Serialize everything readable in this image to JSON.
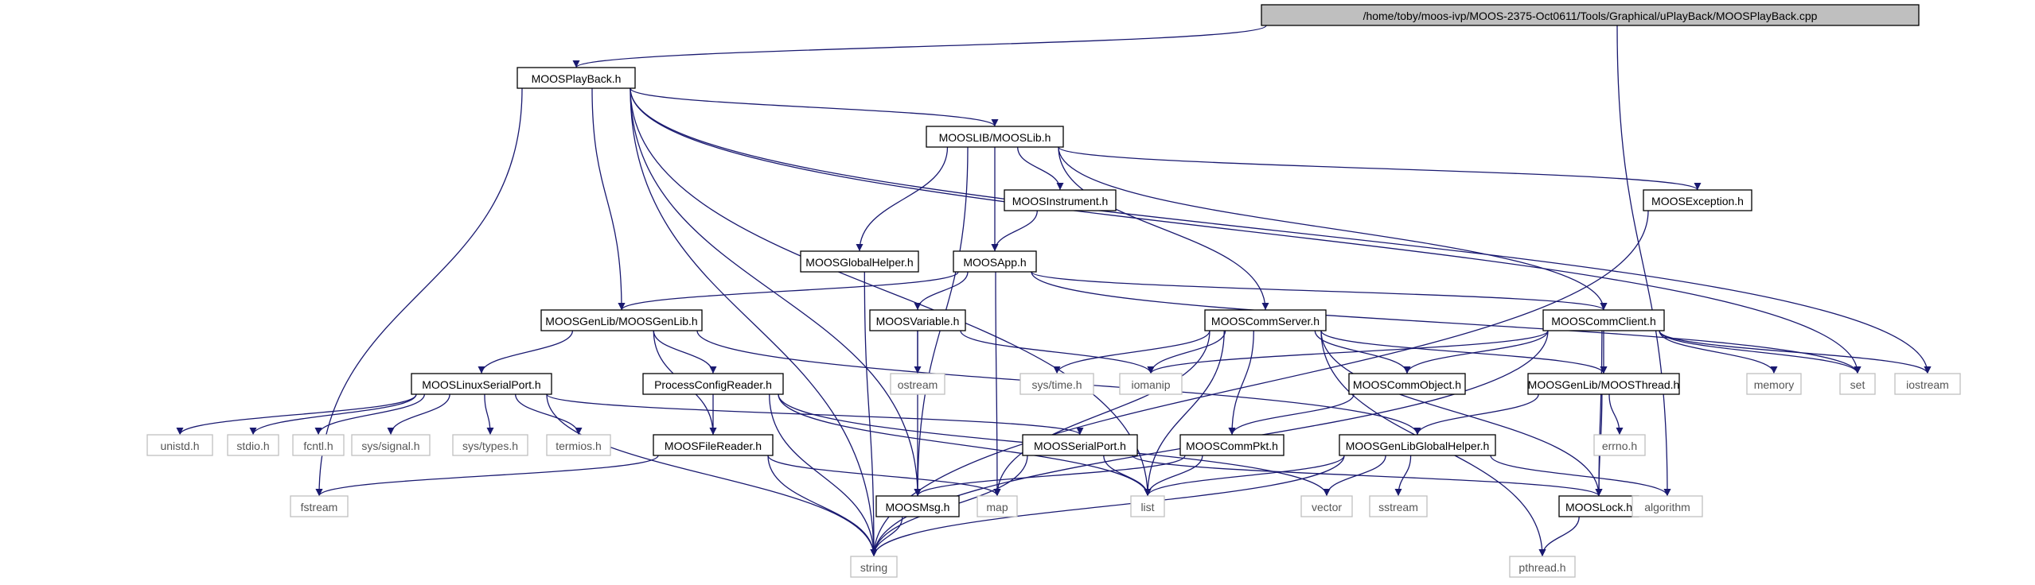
{
  "colors": {
    "edge": "#191970",
    "box_border": "#000000",
    "system_border": "#bfbfbf",
    "root_fill": "#bfbfbf",
    "node_fill": "#ffffff",
    "text": "#000000",
    "system_text": "#555555"
  },
  "nodes": [
    {
      "id": "root",
      "label": "/home/toby/moos-ivp/MOOS-2375-Oct0611/Tools/Graphical/uPlayBack/MOOSPlayBack.cpp",
      "kind": "root"
    },
    {
      "id": "pbh",
      "label": "MOOSPlayBack.h",
      "kind": "local"
    },
    {
      "id": "lib",
      "label": "MOOSLIB/MOOSLib.h",
      "kind": "local"
    },
    {
      "id": "inst",
      "label": "MOOSInstrument.h",
      "kind": "local"
    },
    {
      "id": "exc",
      "label": "MOOSException.h",
      "kind": "local"
    },
    {
      "id": "app",
      "label": "MOOSApp.h",
      "kind": "local"
    },
    {
      "id": "glob",
      "label": "MOOSGlobalHelper.h",
      "kind": "local"
    },
    {
      "id": "genlib",
      "label": "MOOSGenLib/MOOSGenLib.h",
      "kind": "local"
    },
    {
      "id": "var",
      "label": "MOOSVariable.h",
      "kind": "local"
    },
    {
      "id": "server",
      "label": "MOOSCommServer.h",
      "kind": "local"
    },
    {
      "id": "client",
      "label": "MOOSCommClient.h",
      "kind": "local"
    },
    {
      "id": "linux",
      "label": "MOOSLinuxSerialPort.h",
      "kind": "local"
    },
    {
      "id": "pcr",
      "label": "ProcessConfigReader.h",
      "kind": "local"
    },
    {
      "id": "cobj",
      "label": "MOOSCommObject.h",
      "kind": "local"
    },
    {
      "id": "thread",
      "label": "MOOSGenLib/MOOSThread.h",
      "kind": "local"
    },
    {
      "id": "fread",
      "label": "MOOSFileReader.h",
      "kind": "local"
    },
    {
      "id": "serial",
      "label": "MOOSSerialPort.h",
      "kind": "local"
    },
    {
      "id": "pkt",
      "label": "MOOSCommPkt.h",
      "kind": "local"
    },
    {
      "id": "ghelp",
      "label": "MOOSGenLibGlobalHelper.h",
      "kind": "local"
    },
    {
      "id": "msg",
      "label": "MOOSMsg.h",
      "kind": "local"
    },
    {
      "id": "lock",
      "label": "MOOSLock.h",
      "kind": "local"
    },
    {
      "id": "ostream",
      "label": "ostream",
      "kind": "system"
    },
    {
      "id": "systime",
      "label": "sys/time.h",
      "kind": "system"
    },
    {
      "id": "iomanip",
      "label": "iomanip",
      "kind": "system"
    },
    {
      "id": "memory",
      "label": "memory",
      "kind": "system"
    },
    {
      "id": "set",
      "label": "set",
      "kind": "system"
    },
    {
      "id": "iostream",
      "label": "iostream",
      "kind": "system"
    },
    {
      "id": "unistd",
      "label": "unistd.h",
      "kind": "system"
    },
    {
      "id": "stdio",
      "label": "stdio.h",
      "kind": "system"
    },
    {
      "id": "fcntl",
      "label": "fcntl.h",
      "kind": "system"
    },
    {
      "id": "syssignal",
      "label": "sys/signal.h",
      "kind": "system"
    },
    {
      "id": "systypes",
      "label": "sys/types.h",
      "kind": "system"
    },
    {
      "id": "termios",
      "label": "termios.h",
      "kind": "system"
    },
    {
      "id": "errno",
      "label": "errno.h",
      "kind": "system"
    },
    {
      "id": "vector",
      "label": "vector",
      "kind": "system"
    },
    {
      "id": "sstream",
      "label": "sstream",
      "kind": "system"
    },
    {
      "id": "algorithm",
      "label": "algorithm",
      "kind": "system"
    },
    {
      "id": "fstream",
      "label": "fstream",
      "kind": "system"
    },
    {
      "id": "map",
      "label": "map",
      "kind": "system"
    },
    {
      "id": "list",
      "label": "list",
      "kind": "system"
    },
    {
      "id": "string",
      "label": "string",
      "kind": "system"
    },
    {
      "id": "pthread",
      "label": "pthread.h",
      "kind": "system"
    }
  ],
  "edges": [
    {
      "from": "root",
      "to": "pbh"
    },
    {
      "from": "root",
      "to": "algorithm"
    },
    {
      "from": "pbh",
      "to": "lib"
    },
    {
      "from": "pbh",
      "to": "genlib"
    },
    {
      "from": "pbh",
      "to": "string"
    },
    {
      "from": "pbh",
      "to": "fstream"
    },
    {
      "from": "pbh",
      "to": "list"
    },
    {
      "from": "pbh",
      "to": "set"
    },
    {
      "from": "pbh",
      "to": "iostream"
    },
    {
      "from": "pbh",
      "to": "msg"
    },
    {
      "from": "lib",
      "to": "inst"
    },
    {
      "from": "lib",
      "to": "exc"
    },
    {
      "from": "lib",
      "to": "app"
    },
    {
      "from": "lib",
      "to": "glob"
    },
    {
      "from": "lib",
      "to": "server"
    },
    {
      "from": "lib",
      "to": "client"
    },
    {
      "from": "lib",
      "to": "msg"
    },
    {
      "from": "inst",
      "to": "app"
    },
    {
      "from": "exc",
      "to": "string"
    },
    {
      "from": "glob",
      "to": "string"
    },
    {
      "from": "app",
      "to": "genlib"
    },
    {
      "from": "app",
      "to": "var"
    },
    {
      "from": "app",
      "to": "client"
    },
    {
      "from": "app",
      "to": "map"
    },
    {
      "from": "app",
      "to": "set"
    },
    {
      "from": "genlib",
      "to": "linux"
    },
    {
      "from": "genlib",
      "to": "pcr"
    },
    {
      "from": "genlib",
      "to": "fread"
    },
    {
      "from": "genlib",
      "to": "ghelp"
    },
    {
      "from": "var",
      "to": "ostream"
    },
    {
      "from": "var",
      "to": "iomanip"
    },
    {
      "from": "var",
      "to": "msg"
    },
    {
      "from": "server",
      "to": "systime"
    },
    {
      "from": "server",
      "to": "iomanip"
    },
    {
      "from": "server",
      "to": "cobj"
    },
    {
      "from": "server",
      "to": "thread"
    },
    {
      "from": "server",
      "to": "pkt"
    },
    {
      "from": "server",
      "to": "lock"
    },
    {
      "from": "server",
      "to": "list"
    },
    {
      "from": "server",
      "to": "map"
    },
    {
      "from": "server",
      "to": "pthread"
    },
    {
      "from": "client",
      "to": "cobj"
    },
    {
      "from": "client",
      "to": "thread"
    },
    {
      "from": "client",
      "to": "iomanip"
    },
    {
      "from": "client",
      "to": "memory"
    },
    {
      "from": "client",
      "to": "set"
    },
    {
      "from": "client",
      "to": "iostream"
    },
    {
      "from": "client",
      "to": "lock"
    },
    {
      "from": "client",
      "to": "string"
    },
    {
      "from": "linux",
      "to": "unistd"
    },
    {
      "from": "linux",
      "to": "stdio"
    },
    {
      "from": "linux",
      "to": "fcntl"
    },
    {
      "from": "linux",
      "to": "syssignal"
    },
    {
      "from": "linux",
      "to": "systypes"
    },
    {
      "from": "linux",
      "to": "termios"
    },
    {
      "from": "linux",
      "to": "serial"
    },
    {
      "from": "linux",
      "to": "string"
    },
    {
      "from": "pcr",
      "to": "fread"
    },
    {
      "from": "pcr",
      "to": "string"
    },
    {
      "from": "pcr",
      "to": "list"
    },
    {
      "from": "pcr",
      "to": "vector"
    },
    {
      "from": "cobj",
      "to": "pkt"
    },
    {
      "from": "thread",
      "to": "ghelp"
    },
    {
      "from": "thread",
      "to": "errno"
    },
    {
      "from": "thread",
      "to": "lock"
    },
    {
      "from": "fread",
      "to": "fstream"
    },
    {
      "from": "fread",
      "to": "string"
    },
    {
      "from": "fread",
      "to": "map"
    },
    {
      "from": "serial",
      "to": "list"
    },
    {
      "from": "serial",
      "to": "string"
    },
    {
      "from": "serial",
      "to": "lock"
    },
    {
      "from": "pkt",
      "to": "msg"
    },
    {
      "from": "pkt",
      "to": "list"
    },
    {
      "from": "ghelp",
      "to": "list"
    },
    {
      "from": "ghelp",
      "to": "vector"
    },
    {
      "from": "ghelp",
      "to": "sstream"
    },
    {
      "from": "ghelp",
      "to": "string"
    },
    {
      "from": "ghelp",
      "to": "algorithm"
    },
    {
      "from": "msg",
      "to": "string"
    },
    {
      "from": "lock",
      "to": "pthread"
    }
  ]
}
